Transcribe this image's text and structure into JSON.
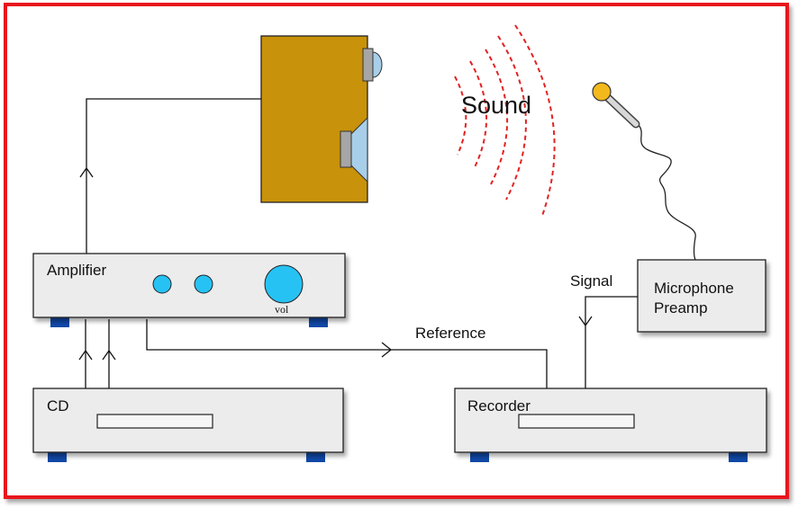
{
  "labels": {
    "sound": "Sound",
    "amplifier": "Amplifier",
    "volume_knob": "vol",
    "cd": "CD",
    "recorder": "Recorder",
    "microphone_preamp_line1": "Microphone",
    "microphone_preamp_line2": "Preamp",
    "signal": "Signal",
    "reference": "Reference"
  },
  "colors": {
    "border": "#e8151b",
    "device_fill": "#ececec",
    "speaker_cabinet": "#c8920a",
    "knob": "#27c2f4",
    "foot": "#1048a6",
    "sound_waves": "#e32222",
    "driver_cone": "#a8cfea",
    "mic_head": "#f3b81c"
  }
}
